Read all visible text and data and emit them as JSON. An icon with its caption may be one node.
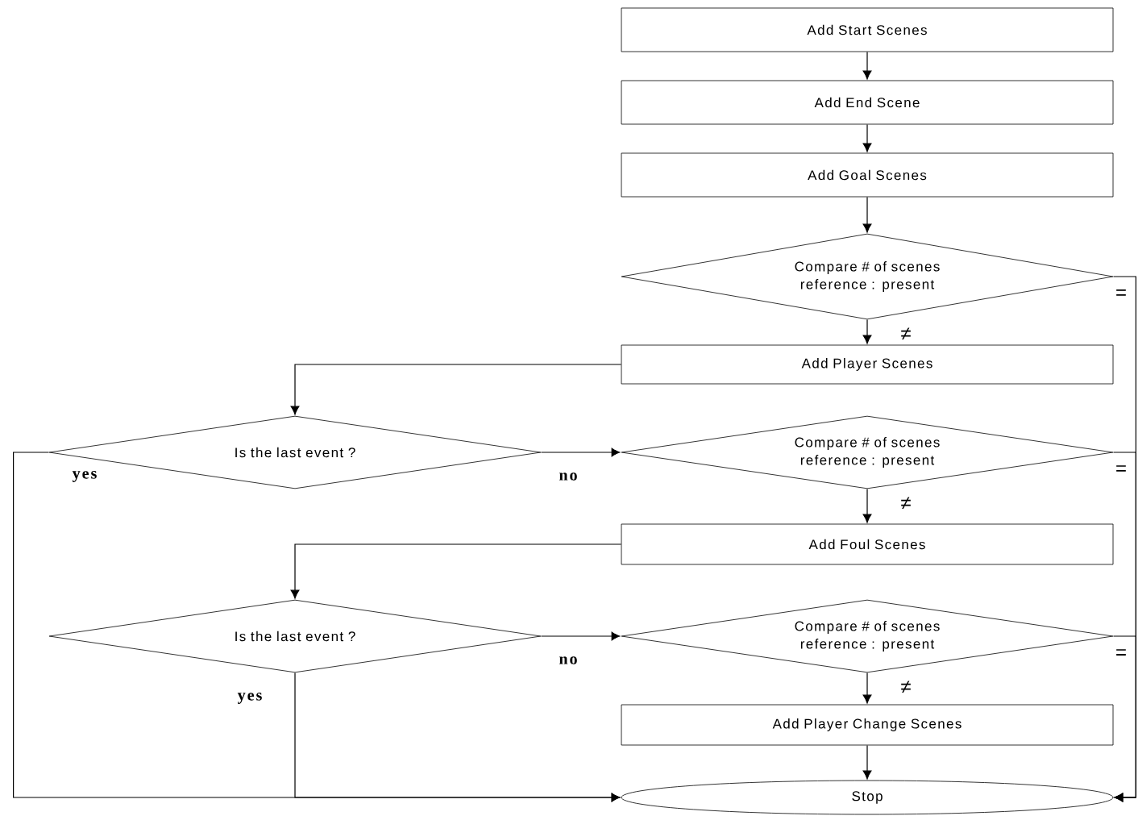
{
  "diagram": {
    "nodes": [
      {
        "text": [
          "Add Start Scenes"
        ]
      },
      {
        "text": [
          "Add End Scene"
        ]
      },
      {
        "text": [
          "Add Goal Scenes"
        ]
      },
      {
        "text": [
          "Compare # of scenes reference : present"
        ]
      },
      {
        "text": [
          "Add Player Scenes"
        ]
      },
      {
        "text": [
          "Is the last event ?"
        ]
      },
      {
        "text": [
          "Compare # of scenes reference : present"
        ]
      },
      {
        "text": [
          "Add Foul Scenes"
        ]
      },
      {
        "text": [
          "Is the last event ?"
        ]
      },
      {
        "text": [
          "Compare # of scenes reference : present"
        ]
      },
      {
        "text": [
          "Add Player Change Scenes"
        ]
      },
      {
        "text": [
          "Stop"
        ]
      }
    ],
    "edges": [
      {
        "from": 0,
        "to": 1,
        "arrow": "to"
      },
      {
        "from": 1,
        "to": 2,
        "arrow": "to"
      },
      {
        "from": 2,
        "to": 3,
        "arrow": "to"
      },
      {
        "from": 3,
        "to": 4,
        "arrow": "to",
        "label": "≠"
      },
      {
        "from": 3,
        "to": 11,
        "arrow": "to",
        "label": "="
      },
      {
        "from": 4,
        "to": 5,
        "arrow": "to"
      },
      {
        "from": 5,
        "to": 6,
        "arrow": "to",
        "label": "no"
      },
      {
        "from": 5,
        "to": 11,
        "arrow": "to",
        "label": "yes"
      },
      {
        "from": 6,
        "to": 7,
        "arrow": "to",
        "label": "≠"
      },
      {
        "from": 6,
        "to": 11,
        "arrow": "to",
        "label": "="
      },
      {
        "from": 7,
        "to": 8,
        "arrow": "to"
      },
      {
        "from": 8,
        "to": 9,
        "arrow": "to",
        "label": "no"
      },
      {
        "from": 8,
        "to": 11,
        "arrow": "to",
        "label": "yes"
      },
      {
        "from": 9,
        "to": 10,
        "arrow": "to",
        "label": "≠"
      },
      {
        "from": 9,
        "to": 11,
        "arrow": "to",
        "label": "="
      },
      {
        "from": 10,
        "to": 11,
        "arrow": "to"
      }
    ]
  }
}
